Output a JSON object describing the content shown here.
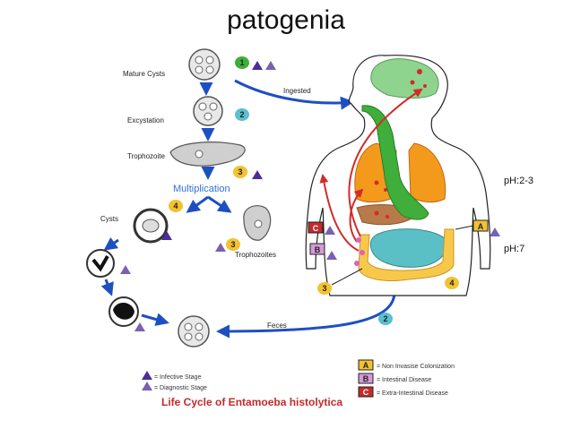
{
  "title": "patogenia",
  "stages": {
    "mature_cysts": "Mature Cysts",
    "excystation": "Excystation",
    "trophozoite": "Trophozoite",
    "multiplication": "Multiplication",
    "cysts": "Cysts",
    "trophozoites": "Trophozoites",
    "ingested": "Ingested",
    "feces": "Feces"
  },
  "step_numbers": {
    "n1": "1",
    "n2": "2",
    "n3": "3",
    "n4": "4"
  },
  "box_letters": {
    "a": "A",
    "b": "B",
    "c": "C"
  },
  "ph": {
    "stomach": "pH:2-3",
    "intestine": "pH:7"
  },
  "legend": {
    "infective": "= Infective Stage",
    "diagnostic": "= Diagnostic Stage",
    "a_text": "= Non Invasise Colonization",
    "b_text": "= Intestinal Disease",
    "c_text": "= Extra-Intestinal Disease"
  },
  "caption": "Life Cycle of Entamoeba histolytica",
  "colors": {
    "num1": "#3fae3a",
    "num2": "#5bbfd0",
    "num3": "#f2c230",
    "num4": "#f2c230",
    "box_a": "#f2c230",
    "box_b": "#d59ad9",
    "box_c": "#c42a2a",
    "stage_triangle": "#4a2e9a",
    "arrow": "#1e4fc2",
    "red_arrow": "#d32a2a",
    "lung": "#f39a1d",
    "gut": "#3fae3a",
    "intestine": "#5bbfc6",
    "colon": "#f7c84a"
  },
  "icons": [
    "infective-stage-triangle",
    "diagnostic-stage-triangle",
    "flow-arrow",
    "cyst-circle",
    "trophozoite-shape",
    "human-body-outline"
  ]
}
